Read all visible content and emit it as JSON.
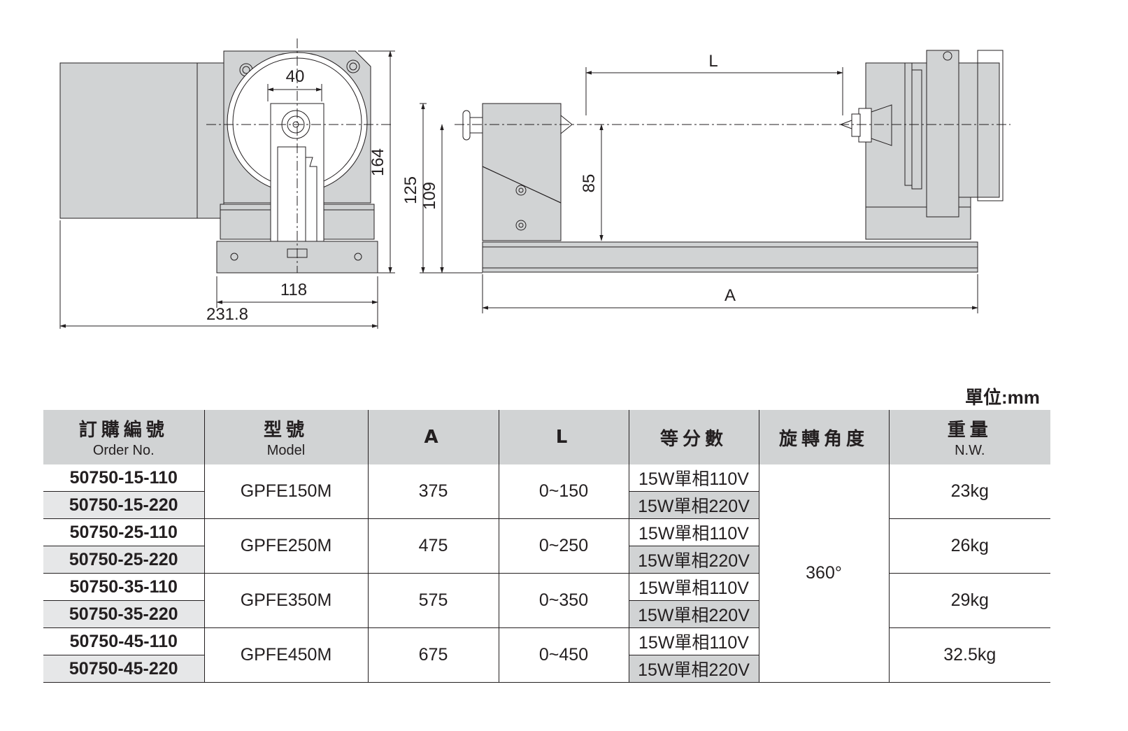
{
  "drawing": {
    "dimensions": {
      "d40": "40",
      "d164": "164",
      "d125": "125",
      "d109": "109",
      "d85": "85",
      "d118": "118",
      "d231_8": "231.8",
      "dL": "L",
      "dA": "A"
    }
  },
  "unit_label": "單位:mm",
  "table": {
    "headers": {
      "order_cn": "訂購編號",
      "order_en": "Order No.",
      "model_cn": "型號",
      "model_en": "Model",
      "a": "A",
      "l": "L",
      "div": "等分數",
      "angle": "旋轉角度",
      "weight_cn": "重量",
      "weight_en": "N.W."
    },
    "rotation_angle": "360°",
    "groups": [
      {
        "codes": [
          "50750-15-110",
          "50750-15-220"
        ],
        "model": "GPFE150M",
        "a": "375",
        "l": "0~150",
        "power": [
          "15W單相110V",
          "15W單相220V"
        ],
        "weight": "23kg"
      },
      {
        "codes": [
          "50750-25-110",
          "50750-25-220"
        ],
        "model": "GPFE250M",
        "a": "475",
        "l": "0~250",
        "power": [
          "15W單相110V",
          "15W單相220V"
        ],
        "weight": "26kg"
      },
      {
        "codes": [
          "50750-35-110",
          "50750-35-220"
        ],
        "model": "GPFE350M",
        "a": "575",
        "l": "0~350",
        "power": [
          "15W單相110V",
          "15W單相220V"
        ],
        "weight": "29kg"
      },
      {
        "codes": [
          "50750-45-110",
          "50750-45-220"
        ],
        "model": "GPFE450M",
        "a": "675",
        "l": "0~450",
        "power": [
          "15W單相110V",
          "15W單相220V"
        ],
        "weight": "32.5kg"
      }
    ]
  }
}
